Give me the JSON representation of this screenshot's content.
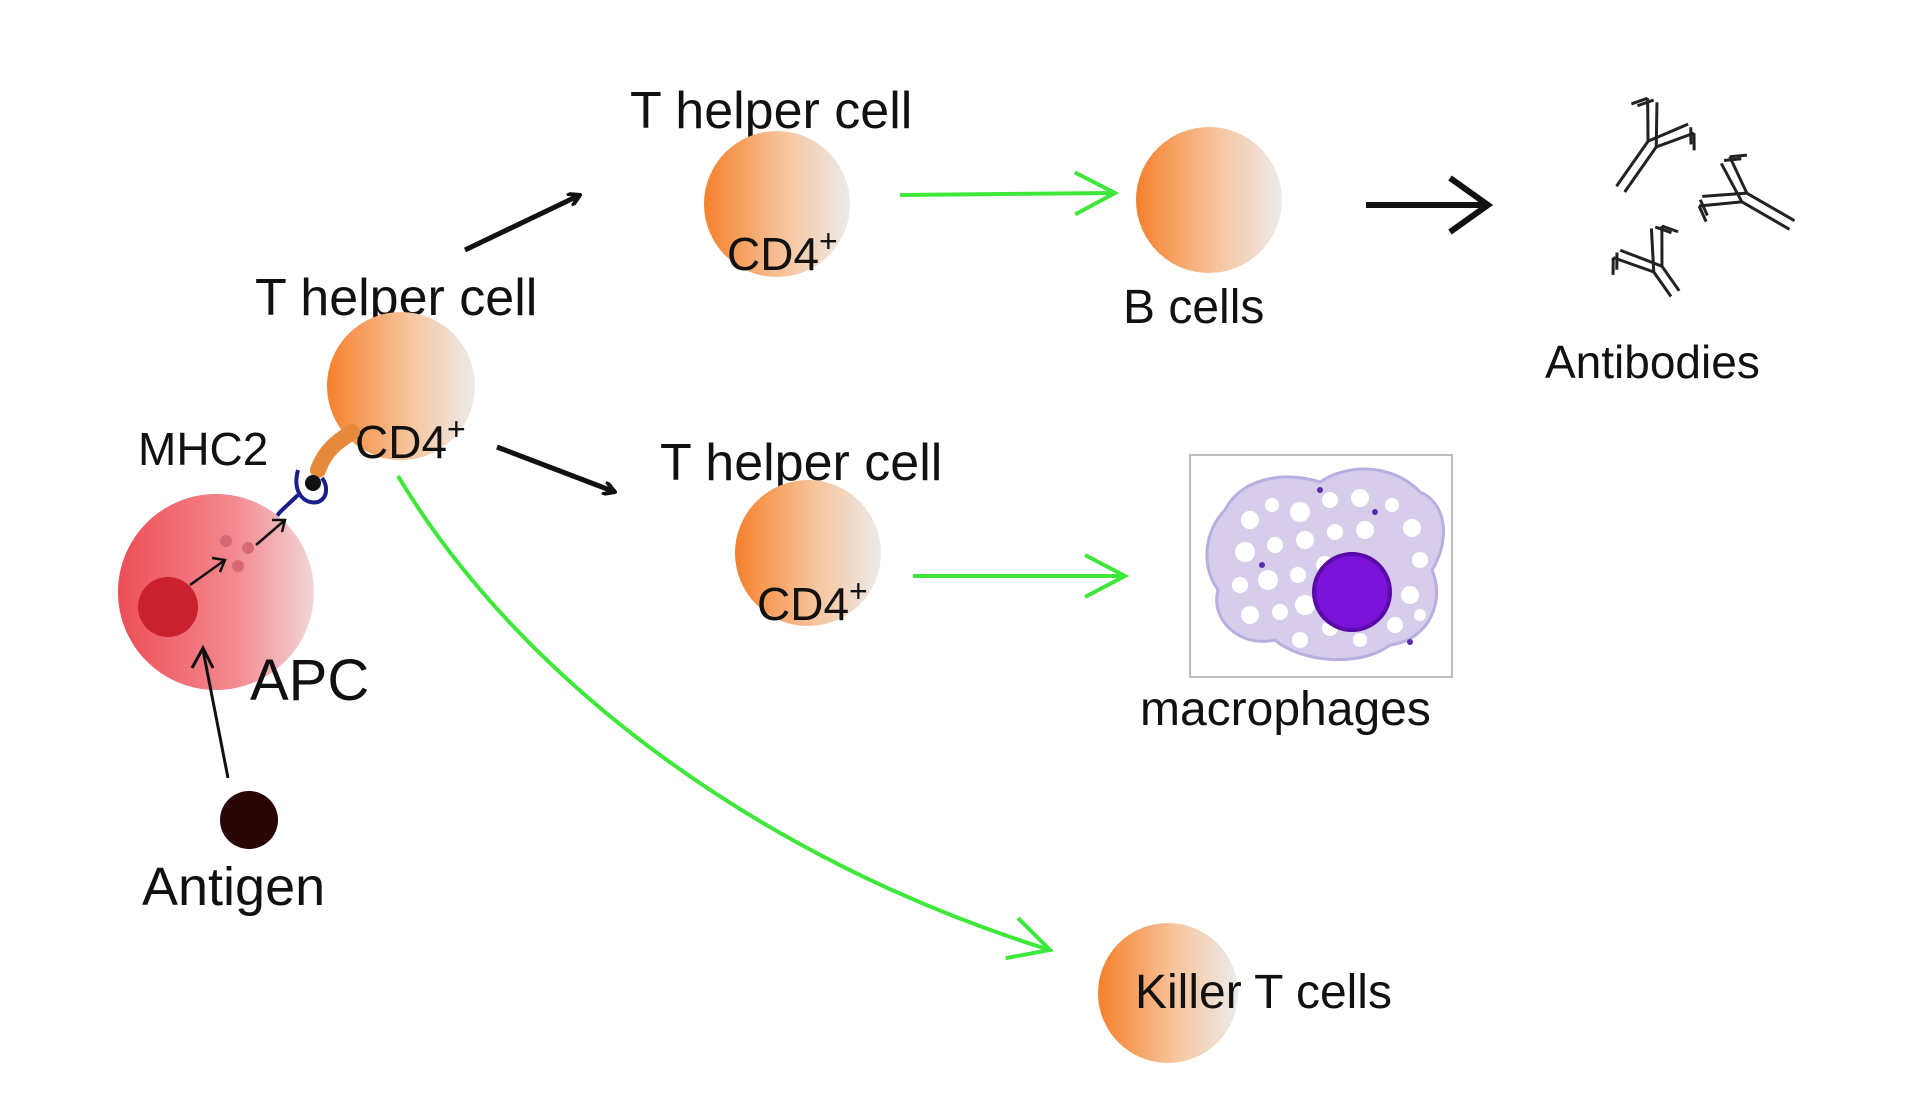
{
  "labels": {
    "t_helper_top": "T helper cell",
    "t_helper_mid": "T helper cell",
    "t_helper_center": "T helper cell",
    "cd4": "CD4",
    "cd4_sup": "+",
    "mhc2": "MHC2",
    "apc": "APC",
    "antigen": "Antigen",
    "b_cells": "B cells",
    "antibodies": "Antibodies",
    "macrophages": "macrophages",
    "killer_t_cells": "Killer T cells"
  },
  "colors": {
    "cell_orange": "#f5893a",
    "cell_fade": "#ececec",
    "apc_red": "#ef5a62",
    "apc_nucleus": "#c9212e",
    "antigen": "#2a0506",
    "mhc_blue": "#1b1f8c",
    "arrow_black": "#111111",
    "arrow_green": "#3ee83a",
    "macrophage_body": "#d7cdea",
    "macrophage_nucleus": "#7b12d8"
  }
}
